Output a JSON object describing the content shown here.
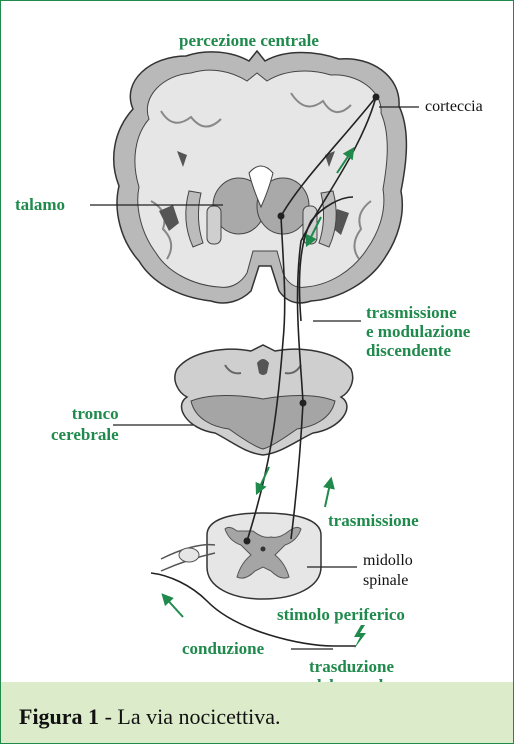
{
  "labels": {
    "central_perception": "percezione centrale",
    "cortex": "corteccia",
    "thalamus": "talamo",
    "transmission_modulation": [
      "trasmissione",
      "e modulazione",
      "discendente"
    ],
    "brainstem": [
      "tronco",
      "cerebrale"
    ],
    "transmission": "trasmissione",
    "spinal_cord": [
      "midollo",
      "spinale"
    ],
    "peripheral_stimulus": "stimolo periferico",
    "conduction": "conduzione",
    "transduction": [
      "trasduzione",
      "del segnale"
    ]
  },
  "caption": {
    "prefix": "Figura 1",
    "text": " - La via nocicettiva."
  },
  "colors": {
    "accent_green": "#1f8a4c",
    "caption_band": "#dceccb",
    "gray_matter": "#9a9a9a",
    "white_matter": "#e6e6e6",
    "outline": "#333333"
  }
}
